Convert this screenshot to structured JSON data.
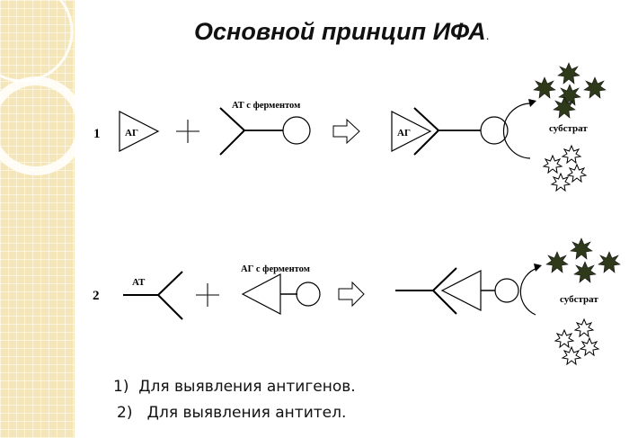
{
  "slide": {
    "title": "Основной принцип ИФА",
    "title_dot": "."
  },
  "diagram": {
    "row1": {
      "number": "1",
      "antigen_label": "АГ",
      "antibody_enzyme_label": "АТ с ферментом",
      "result_antigen_label": "АГ",
      "substrate_label": "субстрат"
    },
    "row2": {
      "number": "2",
      "antibody_label": "АТ",
      "antibody_enzyme_label": "АГ с  ферментом",
      "substrate_label": "субстрат"
    }
  },
  "captions": [
    {
      "number": "1)",
      "text": "Для выявления антигенов."
    },
    {
      "number": "2)",
      "text": "Для выявления антител."
    }
  ],
  "colors": {
    "substrate_dark": "#2e3a1a",
    "strip": "#f4e6b8"
  }
}
